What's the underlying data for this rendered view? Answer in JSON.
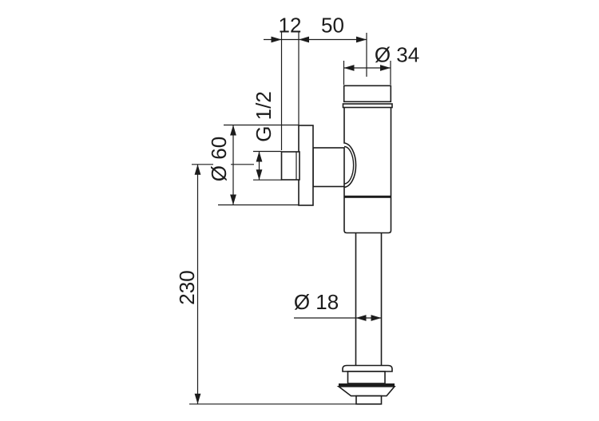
{
  "drawing": {
    "kind": "technical-dimension-drawing",
    "subject": "urinal flush valve with wall connection",
    "labels": {
      "offset_top": "12",
      "wall_to_axis": "50",
      "inlet_pipe_diameter": "Ø 34",
      "thread": "G 1/2",
      "rosette_diameter": "Ø 60",
      "overall_height": "230",
      "outlet_pipe_diameter": "Ø 18"
    },
    "colors": {
      "line": "#1c1c1c",
      "background": "#ffffff"
    }
  }
}
